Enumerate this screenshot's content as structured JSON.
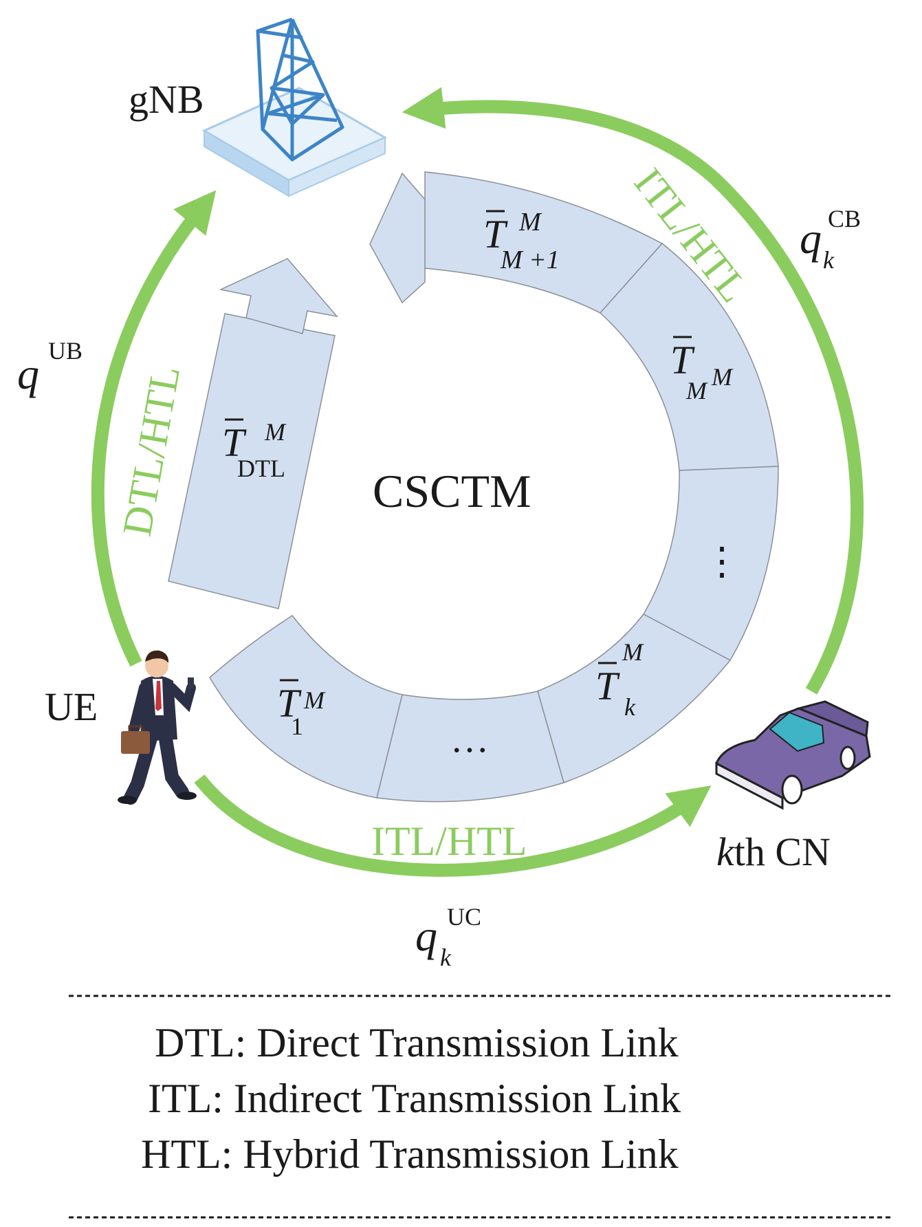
{
  "nodes": {
    "gnb": "gNB",
    "ue": "UE",
    "cn_prefix": "k",
    "cn_suffix": "th CN",
    "center": "CSCTM"
  },
  "rates": {
    "ub_base": "q",
    "ub_sup": "UB",
    "cb_base": "q",
    "cb_sub": "k",
    "cb_sup": "CB",
    "uc_base": "q",
    "uc_sub": "k",
    "uc_sup": "UC"
  },
  "links": {
    "left": "DTL/HTL",
    "right": "ITL/HTL",
    "bottom": "ITL/HTL"
  },
  "segments": {
    "t_base": "T",
    "t_sup": "M",
    "seg_m1_sub": "M +1",
    "seg_m_sub": "M",
    "seg_dots_vertical": "⋮",
    "seg_k_sub": "k",
    "seg_dots_horizontal": "…",
    "seg_1_sub": "1",
    "dtl_sub": "DTL"
  },
  "legend": [
    "DTL: Direct Transmission Link",
    "ITL: Indirect Transmission Link",
    "HTL: Hybrid Transmission Link"
  ],
  "colors": {
    "arrow_green": "#8bcc5e",
    "segment_fill": "#d2dff0",
    "segment_stroke": "#8a9097",
    "tower_blue": "#3d84c6",
    "car_purple": "#7a67a7",
    "car_window": "#3fb4c6"
  }
}
